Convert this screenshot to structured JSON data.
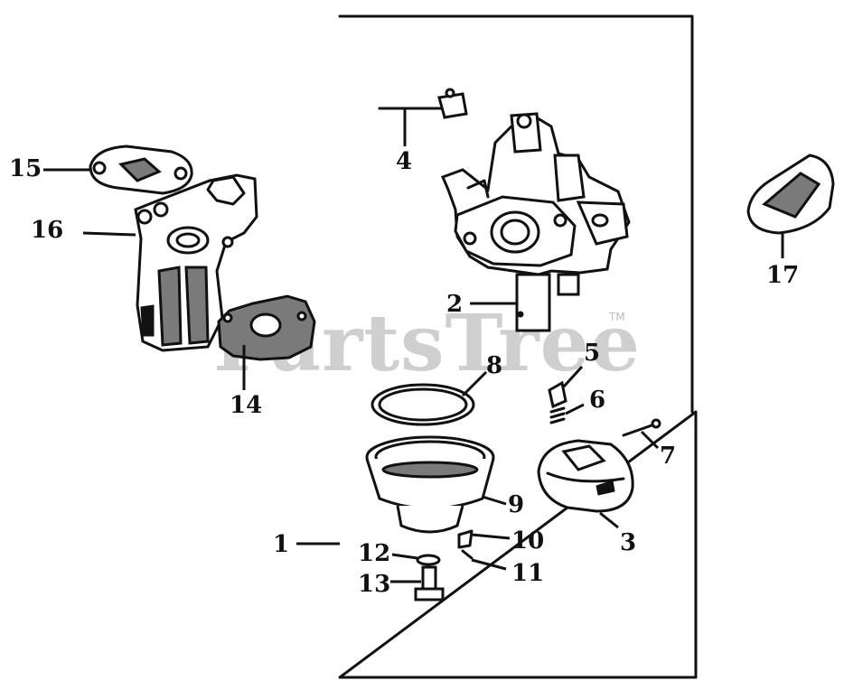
{
  "watermark": {
    "text": "PartsTree",
    "tm": "TM"
  },
  "callouts": {
    "c1": "1",
    "c2": "2",
    "c3": "3",
    "c4": "4",
    "c5": "5",
    "c6": "6",
    "c7": "7",
    "c8": "8",
    "c9": "9",
    "c10": "10",
    "c11": "11",
    "c12": "12",
    "c13": "13",
    "c14": "14",
    "c15": "15",
    "c16": "16",
    "c17": "17"
  },
  "colors": {
    "ink": "#111111",
    "watermark": "#cfcfcf",
    "background": "#ffffff"
  }
}
